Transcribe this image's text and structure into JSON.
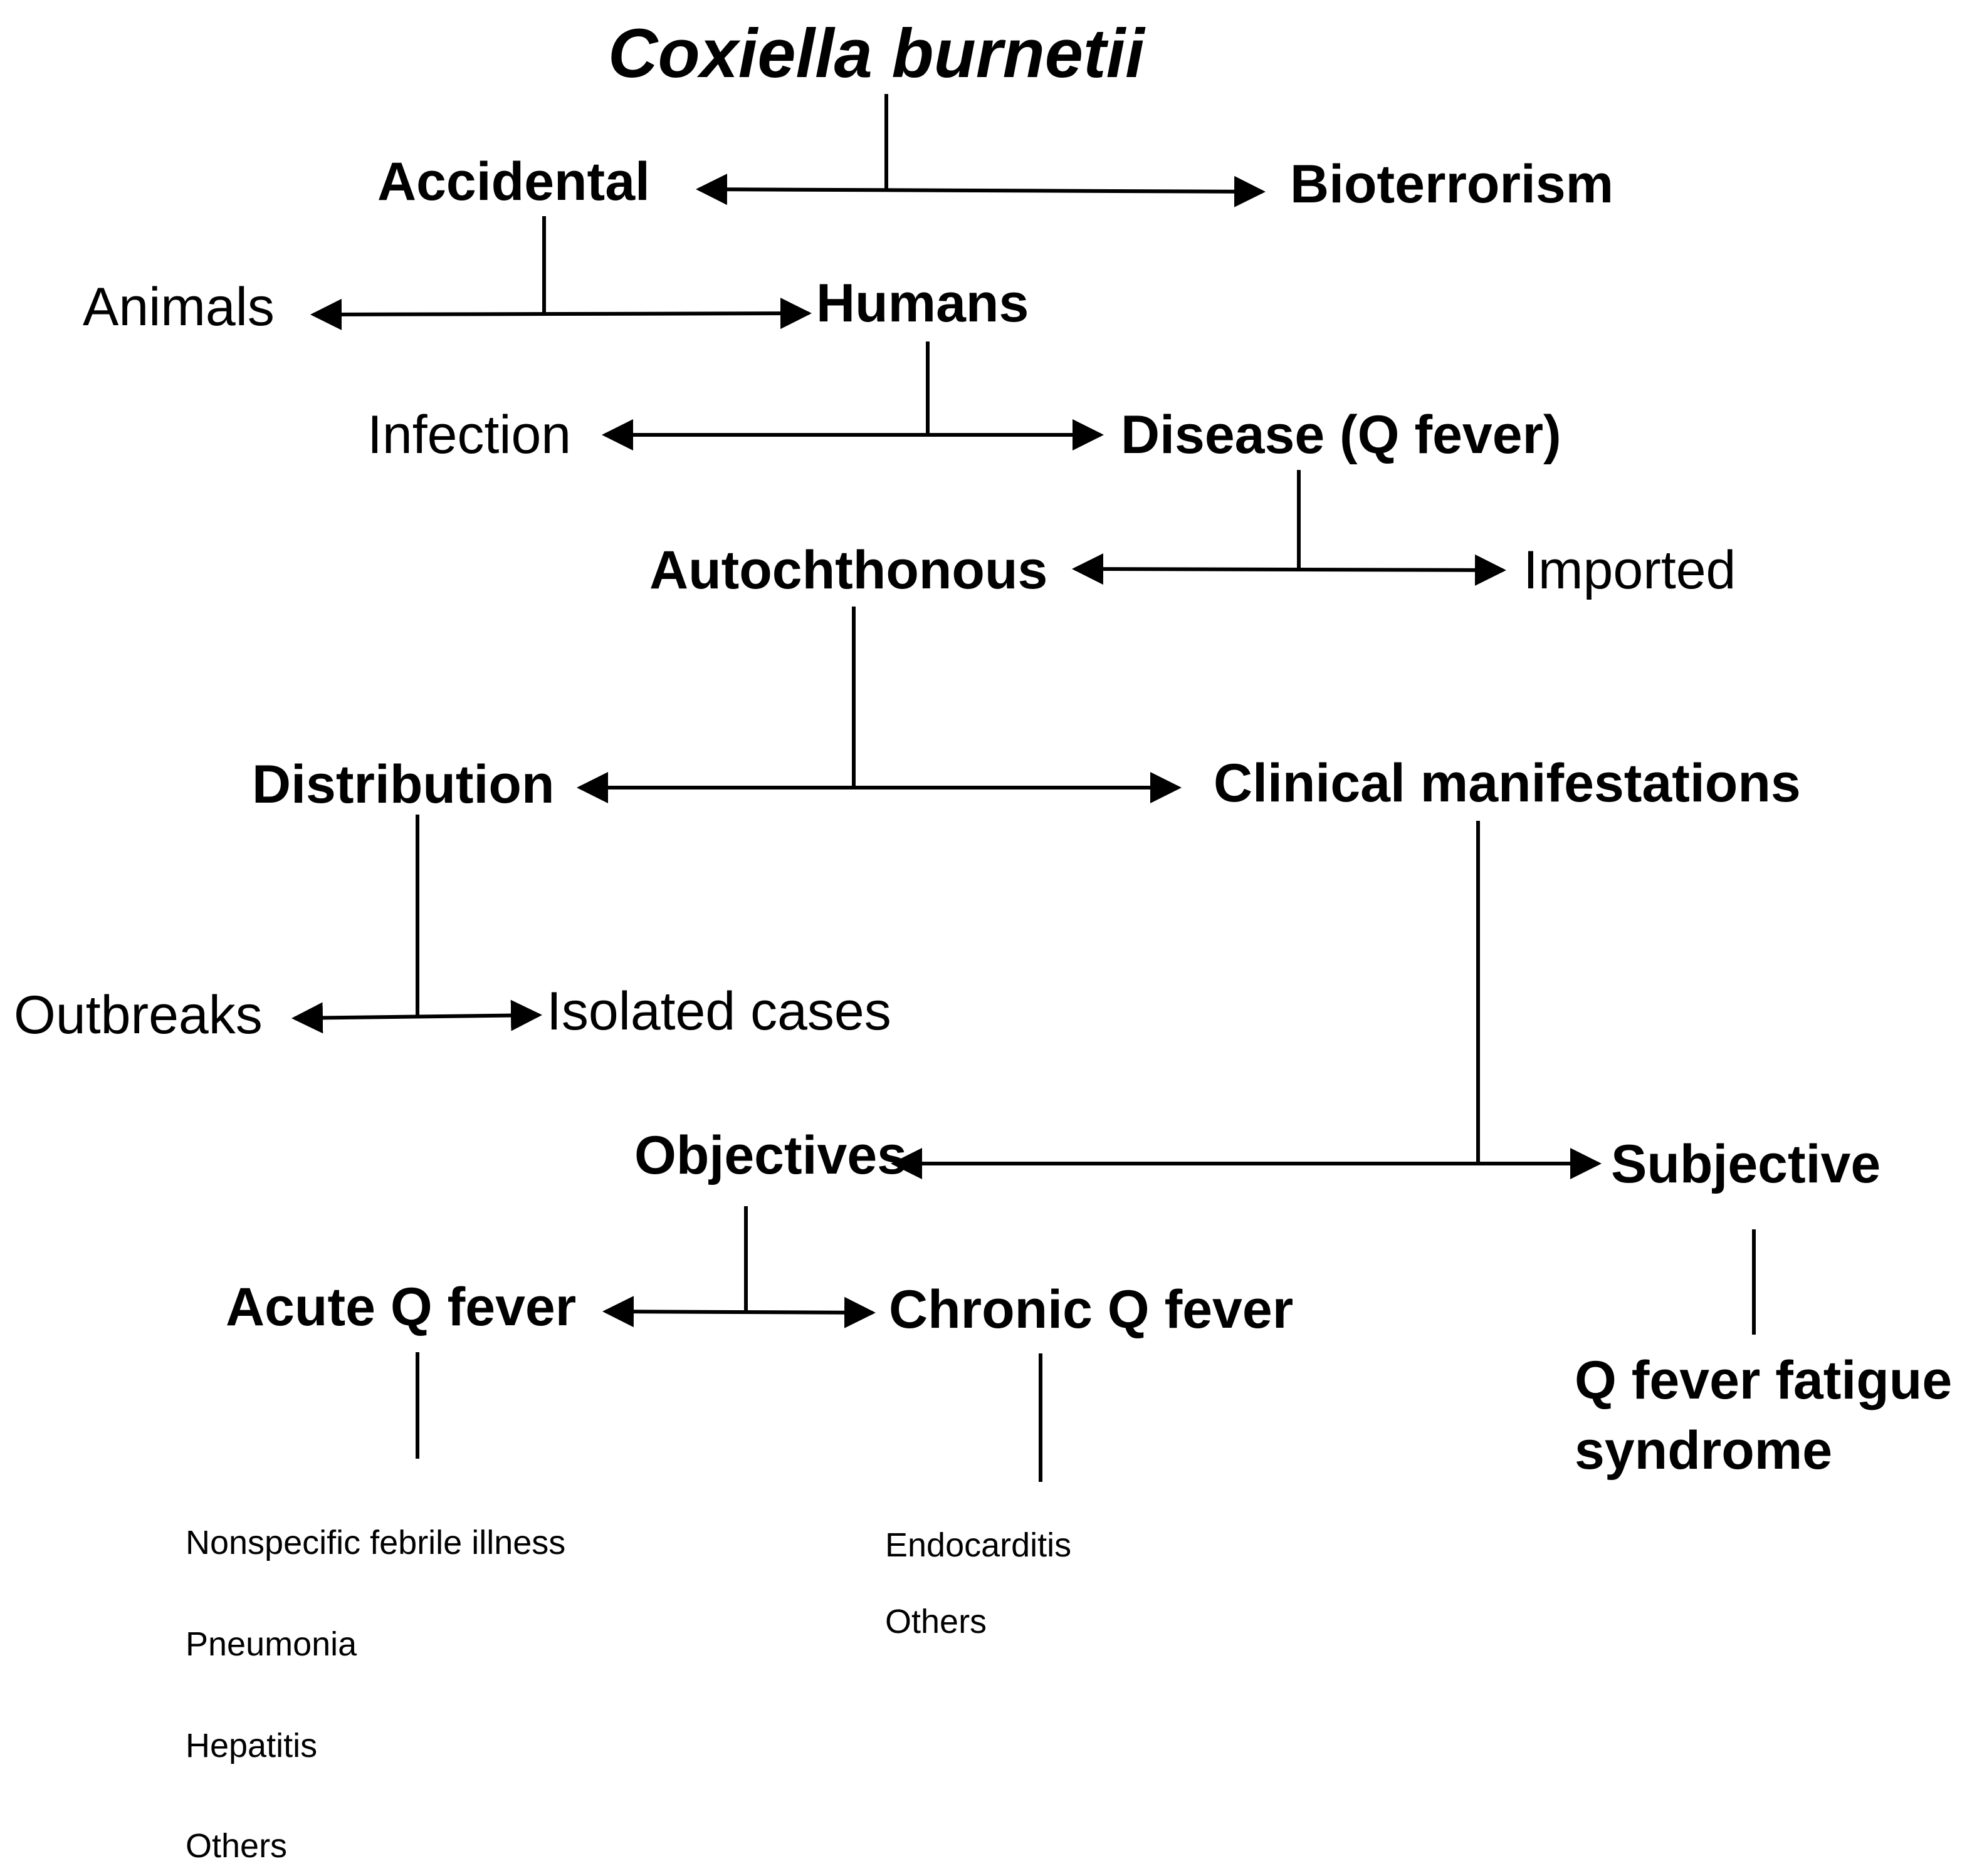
{
  "title": "Coxiella burnetii",
  "nodes": {
    "accidental": "Accidental",
    "bioterrorism": "Bioterrorism",
    "animals": "Animals",
    "humans": "Humans",
    "infection": "Infection",
    "disease": "Disease (Q fever)",
    "autochthonous": "Autochthonous",
    "imported": "Imported",
    "distribution": "Distribution",
    "clinical": "Clinical manifestations",
    "outbreaks": "Outbreaks",
    "isolated": "Isolated cases",
    "objectives": "Objectives",
    "subjective": "Subjective",
    "acute": "Acute Q fever",
    "chronic": "Chronic Q fever",
    "fatigue": "Q fever fatigue syndrome"
  },
  "acute_items": [
    "Nonspecific febrile illness",
    "Pneumonia",
    "Hepatitis",
    "Others"
  ],
  "chronic_items": [
    "Endocarditis",
    "Others"
  ],
  "colors": {
    "line": "#000000",
    "text": "#000000",
    "background": "#ffffff"
  }
}
